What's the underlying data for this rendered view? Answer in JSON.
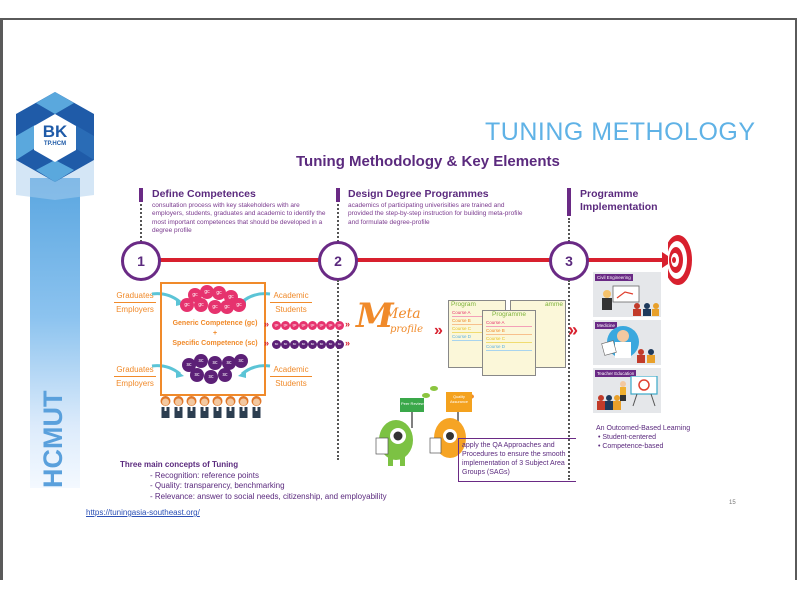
{
  "slide": {
    "logo": {
      "initials": "BK",
      "subtitle": "TP.HCM",
      "vertical_text": "HCMUT"
    },
    "title": "TUNING METHOLOGY",
    "subtitle": "Tuning Methodology & Key Elements",
    "steps": [
      {
        "number": "1",
        "heading": "Define Competences",
        "description": "consultation process with key stakeholders with are employers, students, graduates and academic to identify the most important competences that should be developed in a degree profile"
      },
      {
        "number": "2",
        "heading": "Design Degree Programmes",
        "description": "academics of participating univerisities are trained and provided the step-by-step instruction for building meta-profile and formulate degree-profile"
      },
      {
        "number": "3",
        "heading": "Programme Implementation",
        "description": ""
      }
    ],
    "stakeholders": {
      "top_left": [
        "Graduates",
        "Employers"
      ],
      "top_right": [
        "Academic",
        "Students"
      ],
      "bottom_left": [
        "Graduates",
        "Employers"
      ],
      "bottom_right": [
        "Academic",
        "Students"
      ]
    },
    "competences": {
      "generic": "Generic Competence (gc)",
      "plus": "+",
      "specific": "Specific Competence (sc)",
      "gc_label": "gc",
      "sc_label": "sc"
    },
    "meta_profile": {
      "word1": "Meta",
      "word2": "profile"
    },
    "programme": {
      "title": "Programme",
      "back_left": "Program",
      "back_right": "amme",
      "courses": [
        "Course A",
        "Course B",
        "Course C",
        "Course D"
      ]
    },
    "characters": {
      "green_sign": "Peer Review",
      "orange_sign": "Quality Assurance"
    },
    "qa_text": "apply the QA Approaches and Procedures to ensure the smooth implementation of 3 Subject Area Groups (SAGs)",
    "panels": [
      "Civil Engineering",
      "Medicine",
      "Teacher Education"
    ],
    "outcome": {
      "title": "An Outcomed-Based Learning",
      "bullets": [
        "Student-centered",
        "Competence-based"
      ]
    },
    "concepts": {
      "title": "Three main concepts of Tuning",
      "items": [
        "- Recognition: reference points",
        "- Quality: transparency, benchmarking",
        "- Relevance: answer to social needs, citizenship, and employability"
      ]
    },
    "link": "https://tuningasia-southeast.org/",
    "page_number": "15",
    "colors": {
      "purple": "#5b2a7e",
      "red": "#d8202e",
      "orange": "#f08a2a",
      "pink": "#e6336e",
      "blue": "#5fb2e6"
    }
  }
}
